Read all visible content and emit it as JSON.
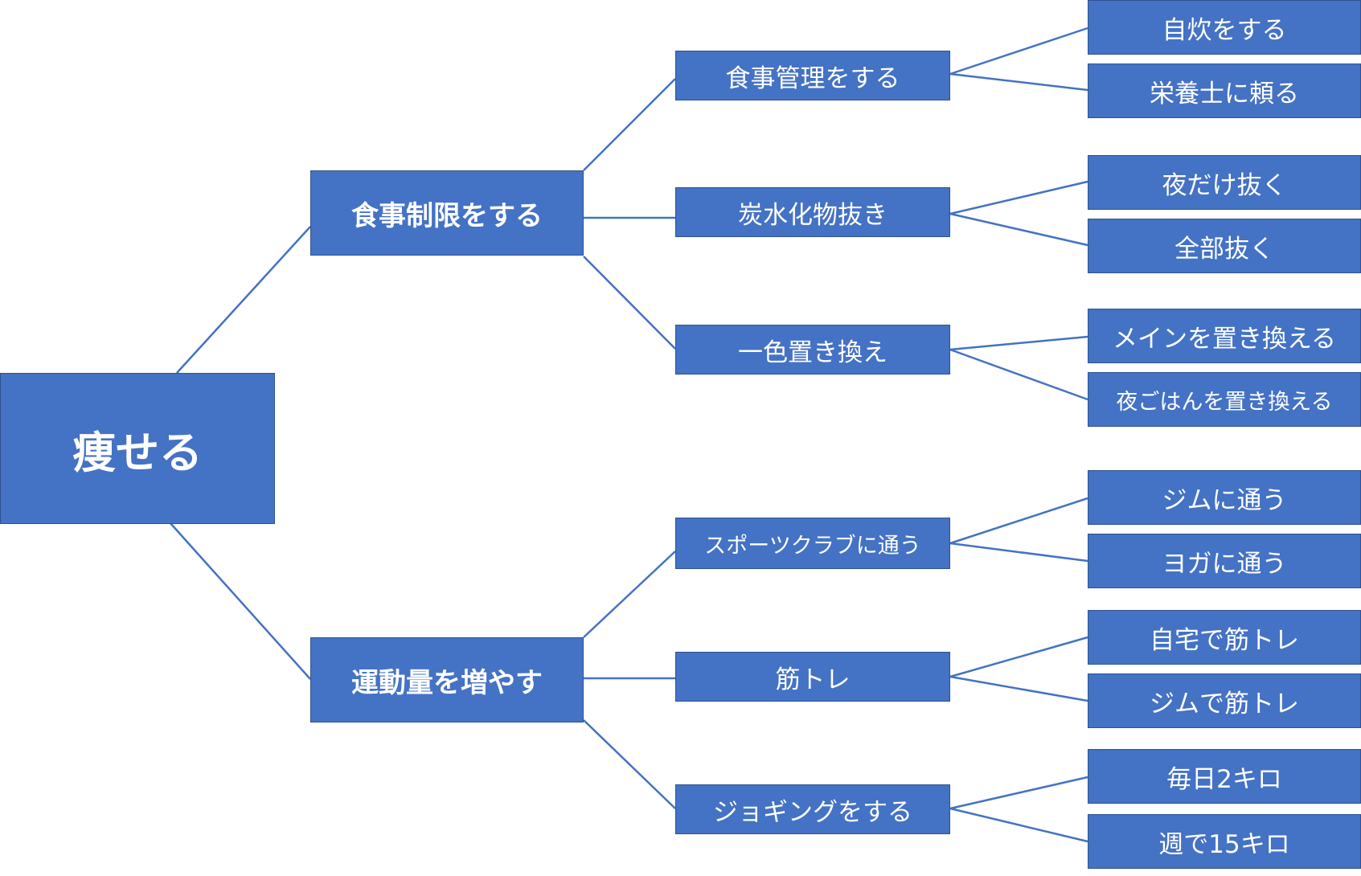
{
  "root": {
    "label": "痩せる"
  },
  "branches": [
    {
      "label": "食事制限をする",
      "children": [
        {
          "label": "食事管理をする",
          "children": [
            "自炊をする",
            "栄養士に頼る"
          ]
        },
        {
          "label": "炭水化物抜き",
          "children": [
            "夜だけ抜く",
            "全部抜く"
          ]
        },
        {
          "label": "一色置き換え",
          "children": [
            "メインを置き換える",
            "夜ごはんを置き換える"
          ]
        }
      ]
    },
    {
      "label": "運動量を増やす",
      "children": [
        {
          "label": "スポーツクラブに通う",
          "children": [
            "ジムに通う",
            "ヨガに通う"
          ]
        },
        {
          "label": "筋トレ",
          "children": [
            "自宅で筋トレ",
            "ジムで筋トレ"
          ]
        },
        {
          "label": "ジョギングをする",
          "children": [
            "毎日2キロ",
            "週で15キロ"
          ]
        }
      ]
    }
  ],
  "colors": {
    "node_fill": "#4472C4",
    "node_border": "#2F528F",
    "connector": "#4472C4",
    "text": "#FFFFFF"
  }
}
